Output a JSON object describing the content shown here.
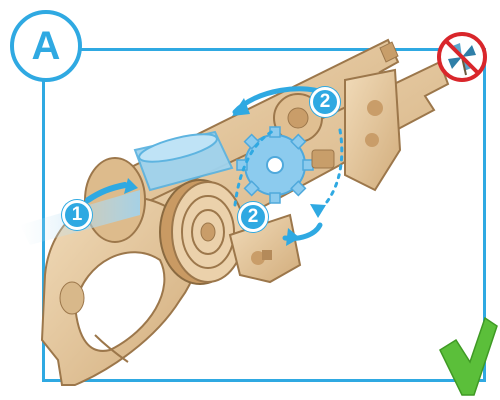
{
  "badge": {
    "letter": "A"
  },
  "steps": [
    {
      "label": "1"
    },
    {
      "label": "2"
    },
    {
      "label": "2"
    }
  ],
  "icons": {
    "prohibited": "no-pinwheel-icon",
    "check": "green-checkmark-icon"
  },
  "colors": {
    "frame": "#2fa9e2",
    "wood": "#e6c9a0",
    "wood_dark": "#b48a5a",
    "prohibited_red": "#d9262b",
    "check_green": "#5bbf3a"
  }
}
